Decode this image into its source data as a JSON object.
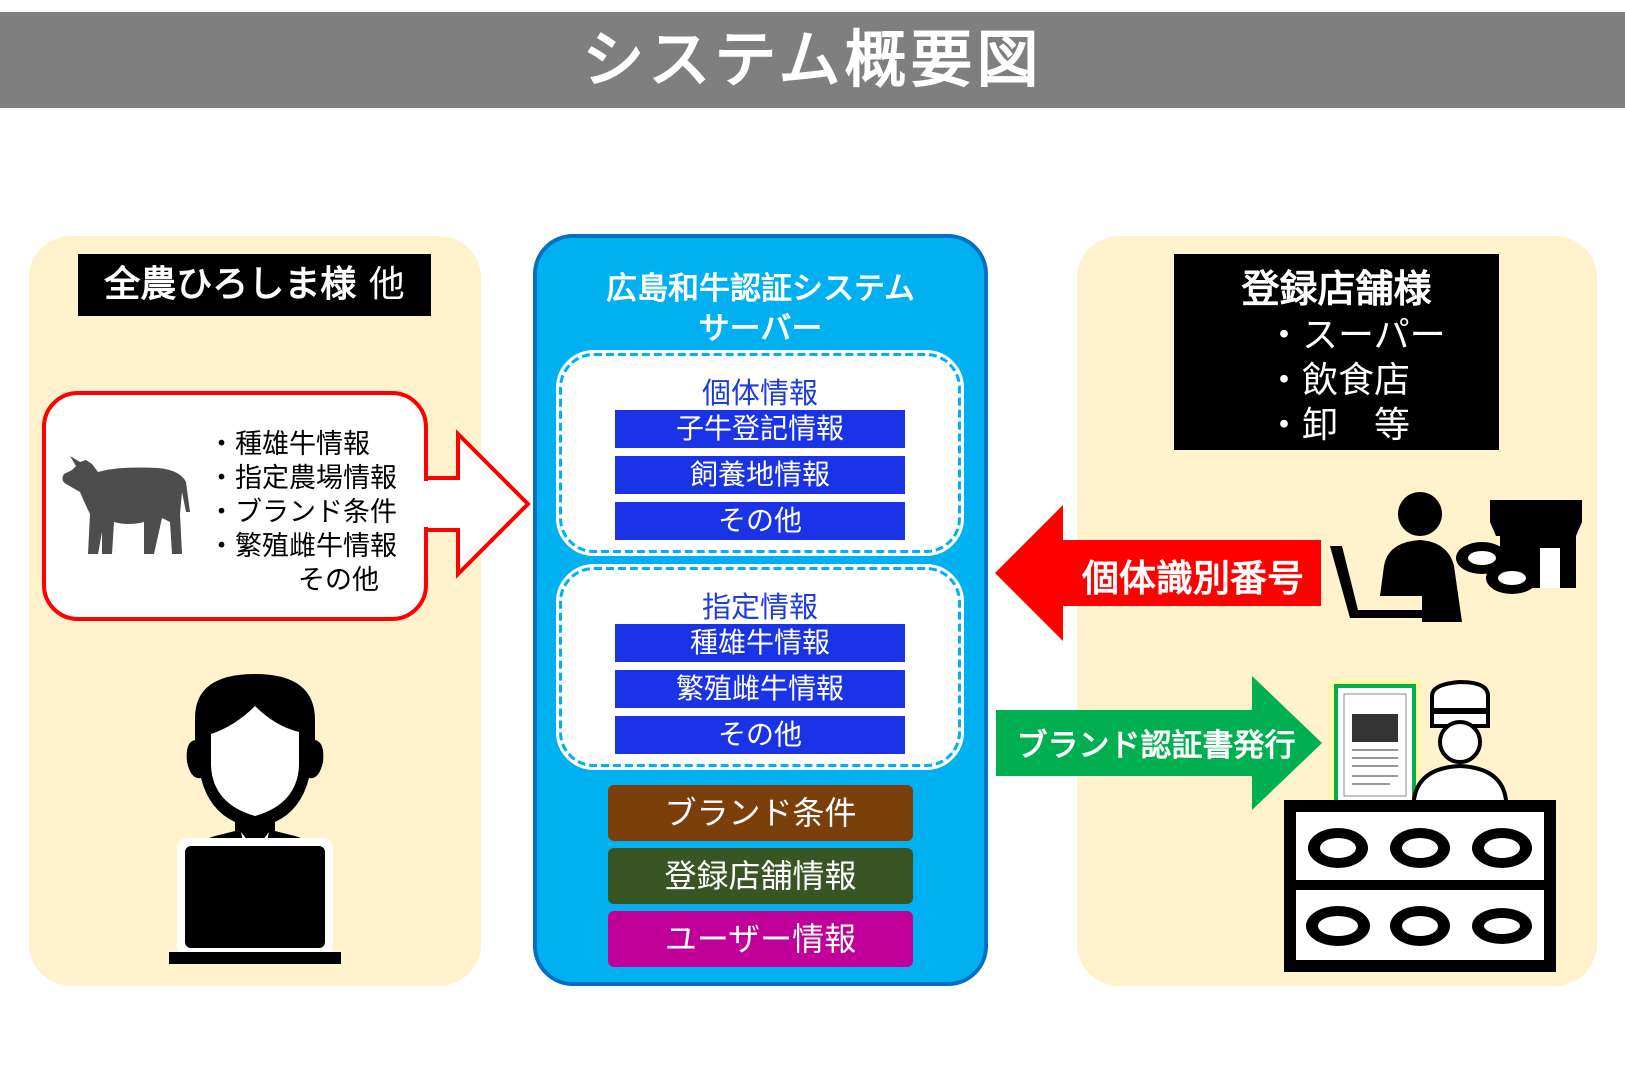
{
  "title": "システム概要図",
  "left": {
    "label_main": "全農ひろしま様",
    "label_suffix": "他",
    "info_items": [
      "・種雄牛情報",
      "・指定農場情報",
      "・ブランド条件",
      "・繁殖雌牛情報",
      "その他"
    ]
  },
  "server": {
    "title_line1": "広島和牛認証システム",
    "title_line2": "サーバー",
    "groups": [
      {
        "title": "個体情報",
        "items": [
          "子牛登記情報",
          "飼養地情報",
          "その他"
        ]
      },
      {
        "title": "指定情報",
        "items": [
          "種雄牛情報",
          "繁殖雌牛情報",
          "その他"
        ]
      }
    ],
    "categories": [
      {
        "label": "ブランド条件",
        "color": "#7b3f0b"
      },
      {
        "label": "登録店舗情報",
        "color": "#375623"
      },
      {
        "label": "ユーザー情報",
        "color": "#c00099"
      }
    ]
  },
  "right": {
    "label_title": "登録店舗様",
    "items": [
      "・スーパー",
      "・飲食店",
      "・卸　等"
    ]
  },
  "arrows": {
    "individual_id": "個体識別番号",
    "brand_cert": "ブランド認証書発行"
  },
  "colors": {
    "panel_bg": "#fff2cc",
    "server_bg": "#00b0f0",
    "arrow_red": "#ff0000",
    "arrow_green": "#00b050",
    "bar_blue": "#1a33e6"
  },
  "icons": [
    "cow-icon",
    "office-worker-icon",
    "online-shopper-icon",
    "butcher-shop-icon",
    "certificate-icon"
  ]
}
